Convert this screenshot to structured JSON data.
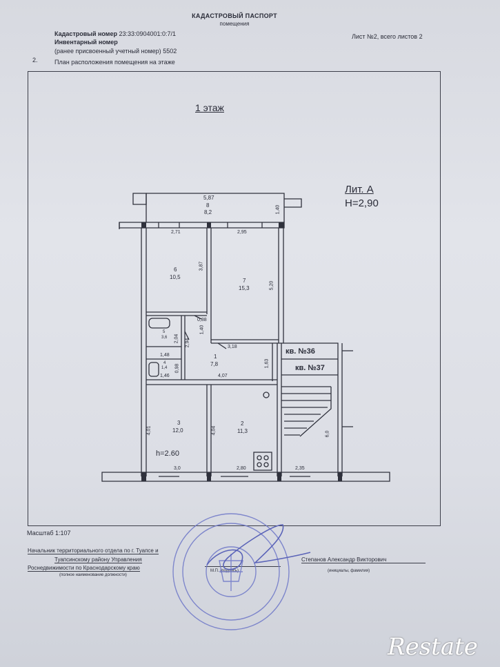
{
  "header": {
    "title": "КАДАСТРОВЫЙ ПАСПОРТ",
    "subtitle": "помещения",
    "cadastral_number_label": "Кадастровый номер",
    "cadastral_number": "23:33:0904001:0:7/1",
    "inventory_label": "Инвентарный номер",
    "previous_number_label": "(ранее присвоенный учетный номер)",
    "previous_number": "5502",
    "sheet_info": "Лист №2, всего листов 2",
    "section_number": "2.",
    "section_title": "План расположения помещения на этаже"
  },
  "plan": {
    "floor_title": "1 этаж",
    "lit": "Лит. А",
    "height": "Н=2,90",
    "room_height": "h=2.60",
    "apartments": [
      "кв. №36",
      "кв. №37"
    ],
    "rooms": [
      {
        "num": "8",
        "area": "8,2"
      },
      {
        "num": "6",
        "area": "10,5"
      },
      {
        "num": "7",
        "area": "15,3"
      },
      {
        "num": "5",
        "area": "3,6"
      },
      {
        "num": "4",
        "area": "1,4"
      },
      {
        "num": "1",
        "area": "7,8"
      },
      {
        "num": "3",
        "area": "12,0"
      },
      {
        "num": "2",
        "area": "11,3"
      }
    ],
    "dimensions": [
      "5,87",
      "1,40",
      "2,71",
      "2,95",
      "3,87",
      "5,20",
      "0,88",
      "1,40",
      "3,18",
      "2,04",
      "2,94",
      "1,48",
      "0,98",
      "1,46",
      "1,63",
      "4,07",
      "4,01",
      "4,04",
      "6,0",
      "3,0",
      "2,80",
      "2,35"
    ]
  },
  "footer": {
    "scale": "Масштаб 1:107",
    "official_line1": "Начальник территориального отдела по г. Туапсе и",
    "official_line2": "Туапсинскому району Управления",
    "official_line3": "Роснедвижимости по Краснодарскому краю",
    "official_caption": "(полное наименование должности)",
    "seal_caption": "М.П. (подпись)",
    "name": "Степанов Александр Викторович",
    "name_caption": "(инициалы, фамилия)"
  },
  "watermark": "Restate",
  "colors": {
    "ink": "#2a2c38",
    "stamp": "#6f78c8",
    "paper": "#dcdee5"
  }
}
